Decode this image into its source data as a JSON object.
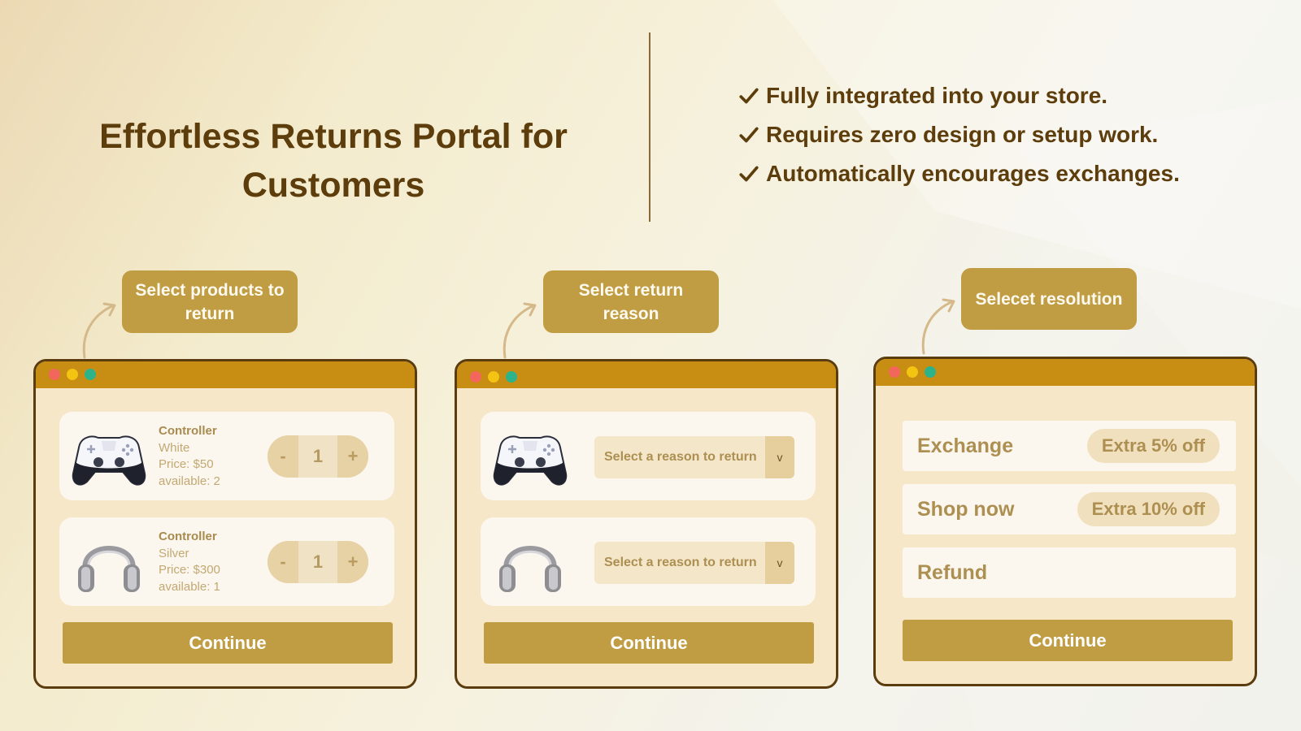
{
  "headline": "Effortless Returns Portal for Customers",
  "features": [
    {
      "icon": "check-icon",
      "text": "Fully integrated into your store."
    },
    {
      "icon": "check-icon",
      "text": "Requires zero design or setup work."
    },
    {
      "icon": "check-icon",
      "text": "Automatically encourages exchanges."
    }
  ],
  "colors": {
    "accent": "#c09d42",
    "titlebar": "#c88e14",
    "window_bg": "#f7e7c9",
    "text_dark": "#5c3d0b"
  },
  "steps": [
    {
      "label": "Select products to return",
      "items": [
        {
          "image": "game-controller-image",
          "name": "Controller",
          "variant": "White",
          "price": "Price: $50",
          "available": "available: 2",
          "minus": "-",
          "qty": "1",
          "plus": "+"
        },
        {
          "image": "headphones-image",
          "name": "Controller",
          "variant": "Silver",
          "price": "Price: $300",
          "available": "available: 1",
          "minus": "-",
          "qty": "1",
          "plus": "+"
        }
      ],
      "continue": "Continue"
    },
    {
      "label": "Select return reason",
      "items": [
        {
          "image": "game-controller-image",
          "select_placeholder": "Select a reason to return",
          "caret": "v"
        },
        {
          "image": "headphones-image",
          "select_placeholder": "Select a reason to return",
          "caret": "v"
        }
      ],
      "continue": "Continue"
    },
    {
      "label": "Selecet resolution",
      "options": [
        {
          "label": "Exchange",
          "badge": "Extra 5% off"
        },
        {
          "label": "Shop now",
          "badge": "Extra 10% off"
        },
        {
          "label": "Refund",
          "badge": ""
        }
      ],
      "continue": "Continue"
    }
  ]
}
